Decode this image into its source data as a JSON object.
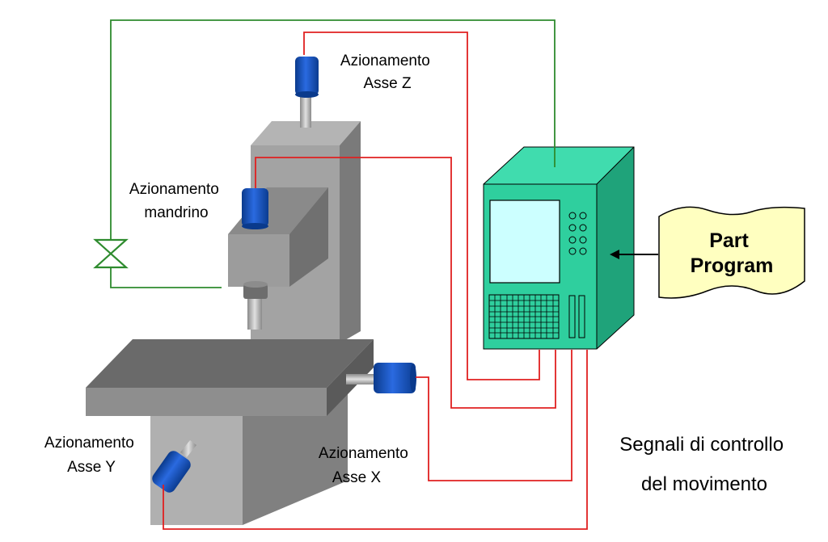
{
  "labels": {
    "asse_z": [
      "Azionamento",
      "Asse Z"
    ],
    "mandrino": [
      "Azionamento",
      "mandrino"
    ],
    "asse_y": [
      "Azionamento",
      "Asse Y"
    ],
    "asse_x": [
      "Azionamento",
      "Asse X"
    ],
    "segnali": [
      "Segnali di controllo",
      "del movimento"
    ],
    "part_program": [
      "Part",
      "Program"
    ]
  },
  "colors": {
    "feedback_wire": "#2e8b2e",
    "signal_wire": "#e02020",
    "motor": "#1450b4",
    "cnc_front": "#2fcf9e",
    "cnc_top": "#40dcae",
    "cnc_side": "#1fa37a",
    "screen": "#ccffff",
    "program_sheet": "#ffffc0"
  }
}
